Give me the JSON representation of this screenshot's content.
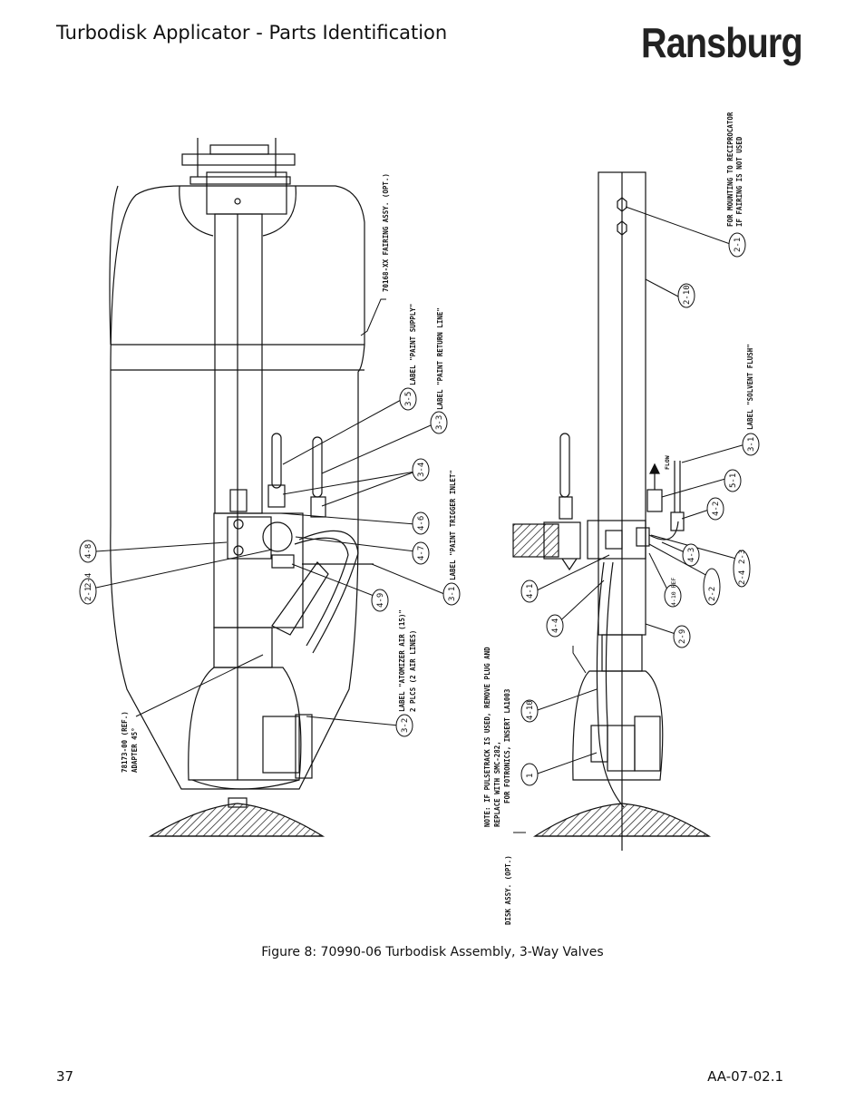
{
  "header": {
    "title": "Turbodisk Applicator - Parts Identification",
    "brand": "Ransburg"
  },
  "figure": {
    "caption": "Figure 8:  70990-06 Turbodisk Assembly, 3-Way Valves",
    "callouts_left": [
      "4-8",
      "2-1",
      "2-4",
      "4-9",
      "3-2",
      "3-1",
      "4-7",
      "4-6",
      "3-4",
      "3-3",
      "3-5"
    ],
    "callouts_right": [
      "2-1",
      "2-10",
      "3-1",
      "5-1",
      "4-2",
      "4-3",
      "2-3",
      "2-4",
      "2-2",
      "4-10 REF",
      "4-1",
      "4-4",
      "2-9",
      "4-10",
      "1"
    ],
    "notes_left": [
      "70168-XX FAIRING ASSY. (OPT.)",
      "LABEL \"PAINT SUPPLY\"",
      "LABEL \"PAINT RETURN LINE\"",
      "LABEL \"PAINT TRIGGER INLET\"",
      "LABEL \"ATOMIZER AIR (15)\"",
      "2 PLCS (2 AIR LINES)",
      "78173-00 (REF.)",
      "ADAPTER 45°"
    ],
    "notes_right": [
      "FOR MOUNTING TO RECIPROCATOR",
      "IF FAIRING IS NOT USED",
      "LABEL \"SOLVENT FLUSH\"",
      "FLOW",
      "NOTE: IF PULSETRACK IS USED, REMOVE PLUG AND",
      "REPLACE WITH SMC-282,",
      "FOR FOTRONICS, INSERT LA1003",
      "DISK ASSY. (OPT.)"
    ]
  },
  "footer": {
    "page_number": "37",
    "doc_code": "AA-07-02.1"
  }
}
